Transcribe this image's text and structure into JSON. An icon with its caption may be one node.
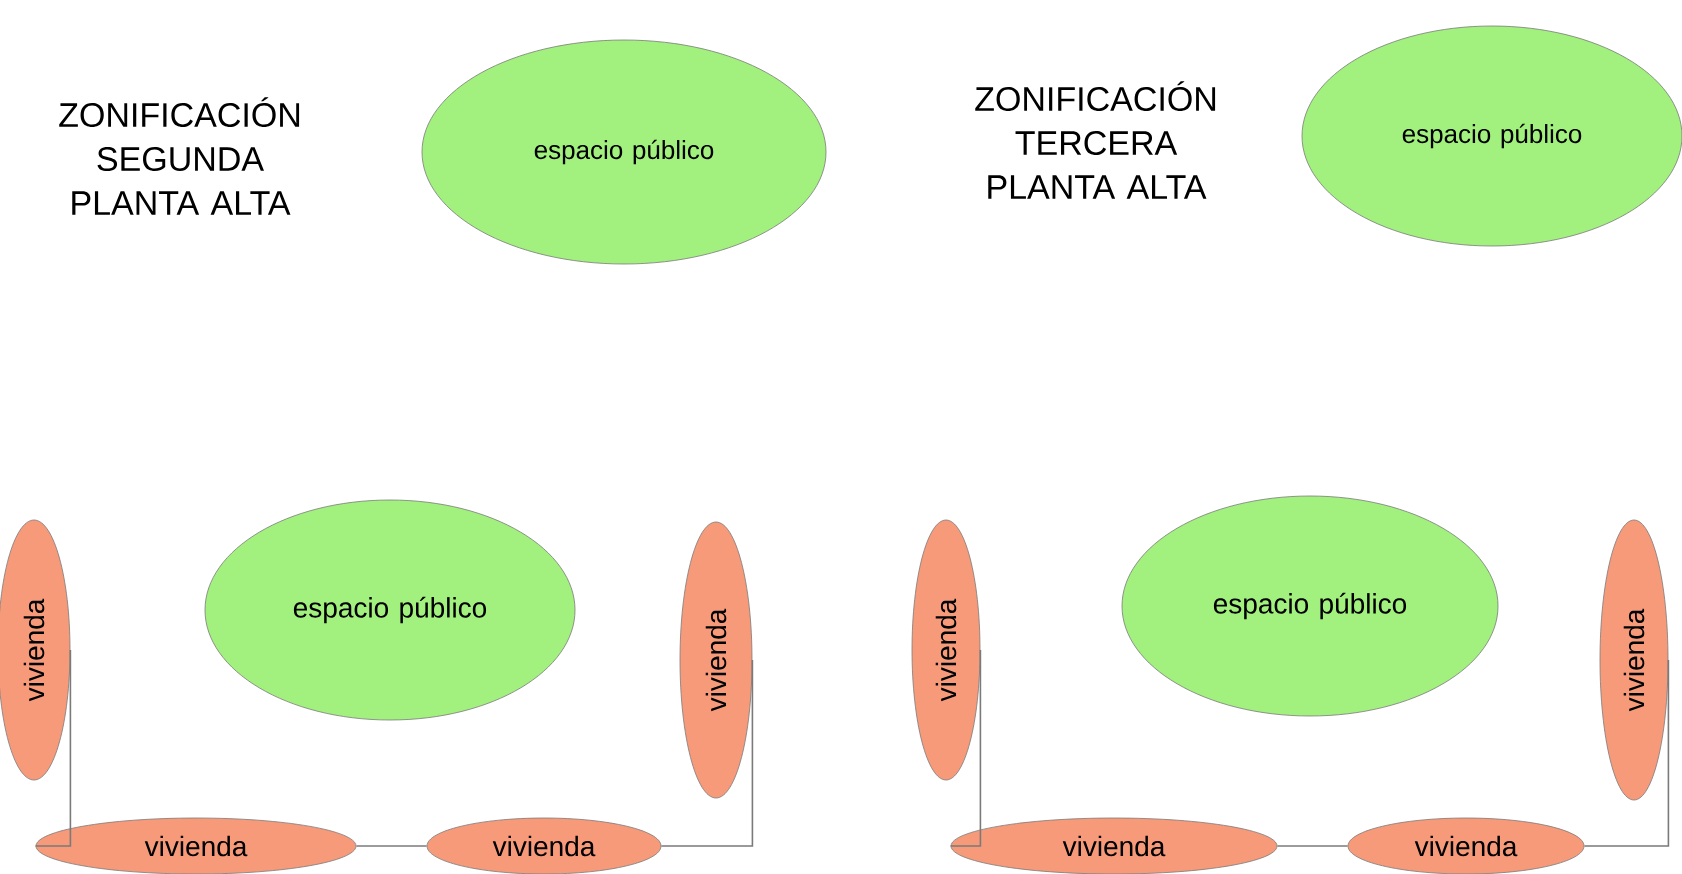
{
  "diagram": {
    "nodes": [
      {
        "text": [
          "espacio público"
        ]
      },
      {
        "text": [
          "espacio público"
        ]
      },
      {
        "text": [
          "vivienda"
        ]
      },
      {
        "text": [
          "espacio público"
        ]
      },
      {
        "text": [
          "vivienda"
        ]
      },
      {
        "text": [
          "vivienda"
        ]
      },
      {
        "text": [
          "espacio público"
        ]
      },
      {
        "text": [
          "vivienda"
        ]
      },
      {
        "text": [
          "vivienda"
        ]
      },
      {
        "text": [
          "vivienda"
        ]
      },
      {
        "text": [
          "vivienda"
        ]
      },
      {
        "text": [
          "vivienda"
        ]
      }
    ],
    "edges": [
      {
        "from": 2,
        "to": 8,
        "arrow": "none"
      },
      {
        "from": 8,
        "to": 9,
        "arrow": "none"
      },
      {
        "from": 9,
        "to": 4,
        "arrow": "none"
      },
      {
        "from": 5,
        "to": 10,
        "arrow": "none"
      },
      {
        "from": 10,
        "to": 11,
        "arrow": "none"
      },
      {
        "from": 11,
        "to": 7,
        "arrow": "none"
      }
    ],
    "labels": [
      "ZONIFICACIÓN SEGUNDA PLANTA ALTA",
      "ZONIFICACIÓN TERCERA PLANTA ALTA"
    ]
  }
}
